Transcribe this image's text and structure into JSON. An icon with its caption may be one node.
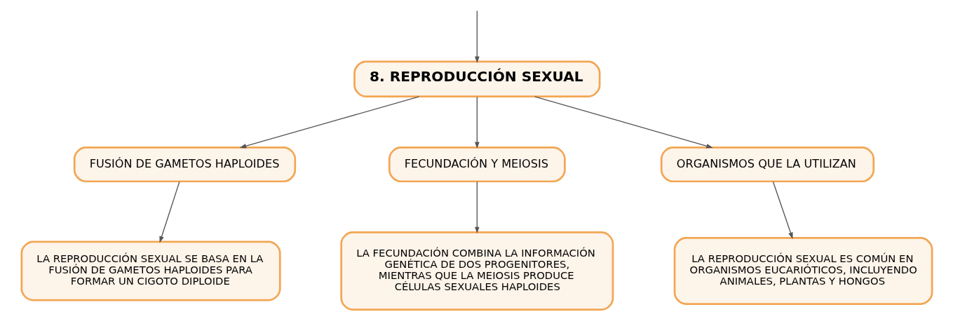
{
  "diagram": {
    "nodes": [
      {
        "text": [
          "8. REPRODUCCIÓN SEXUAL"
        ]
      },
      {
        "text": [
          "FUSIÓN DE GAMETOS HAPLOIDES"
        ]
      },
      {
        "text": [
          "FECUNDACIÓN Y MEIOSIS"
        ]
      },
      {
        "text": [
          "ORGANISMOS QUE LA UTILIZAN"
        ]
      },
      {
        "text": [
          "LA REPRODUCCIÓN SEXUAL SE BASA EN LA FUSIÓN DE GAMETOS HAPLOIDES PARA FORMAR UN CIGOTO DIPLOIDE"
        ]
      },
      {
        "text": [
          "LA FECUNDACIÓN COMBINA LA INFORMACIÓN GENÉTICA DE DOS PROGENITORES, MIENTRAS QUE LA MEIOSIS PRODUCE CÉLULAS SEXUALES HAPLOIDES"
        ]
      },
      {
        "text": [
          "LA REPRODUCCIÓN SEXUAL ES COMÚN EN ORGANISMOS EUCARIÓTICOS, INCLUYENDO ANIMALES, PLANTAS Y HONGOS"
        ]
      }
    ],
    "edges": [
      {
        "from": null,
        "to": 0,
        "arrow": "to"
      },
      {
        "from": 0,
        "to": 1,
        "arrow": "to"
      },
      {
        "from": 0,
        "to": 2,
        "arrow": "to"
      },
      {
        "from": 0,
        "to": 3,
        "arrow": "to"
      },
      {
        "from": 1,
        "to": 4,
        "arrow": "to"
      },
      {
        "from": 2,
        "to": 5,
        "arrow": "to"
      },
      {
        "from": 3,
        "to": 6,
        "arrow": "to"
      }
    ]
  }
}
